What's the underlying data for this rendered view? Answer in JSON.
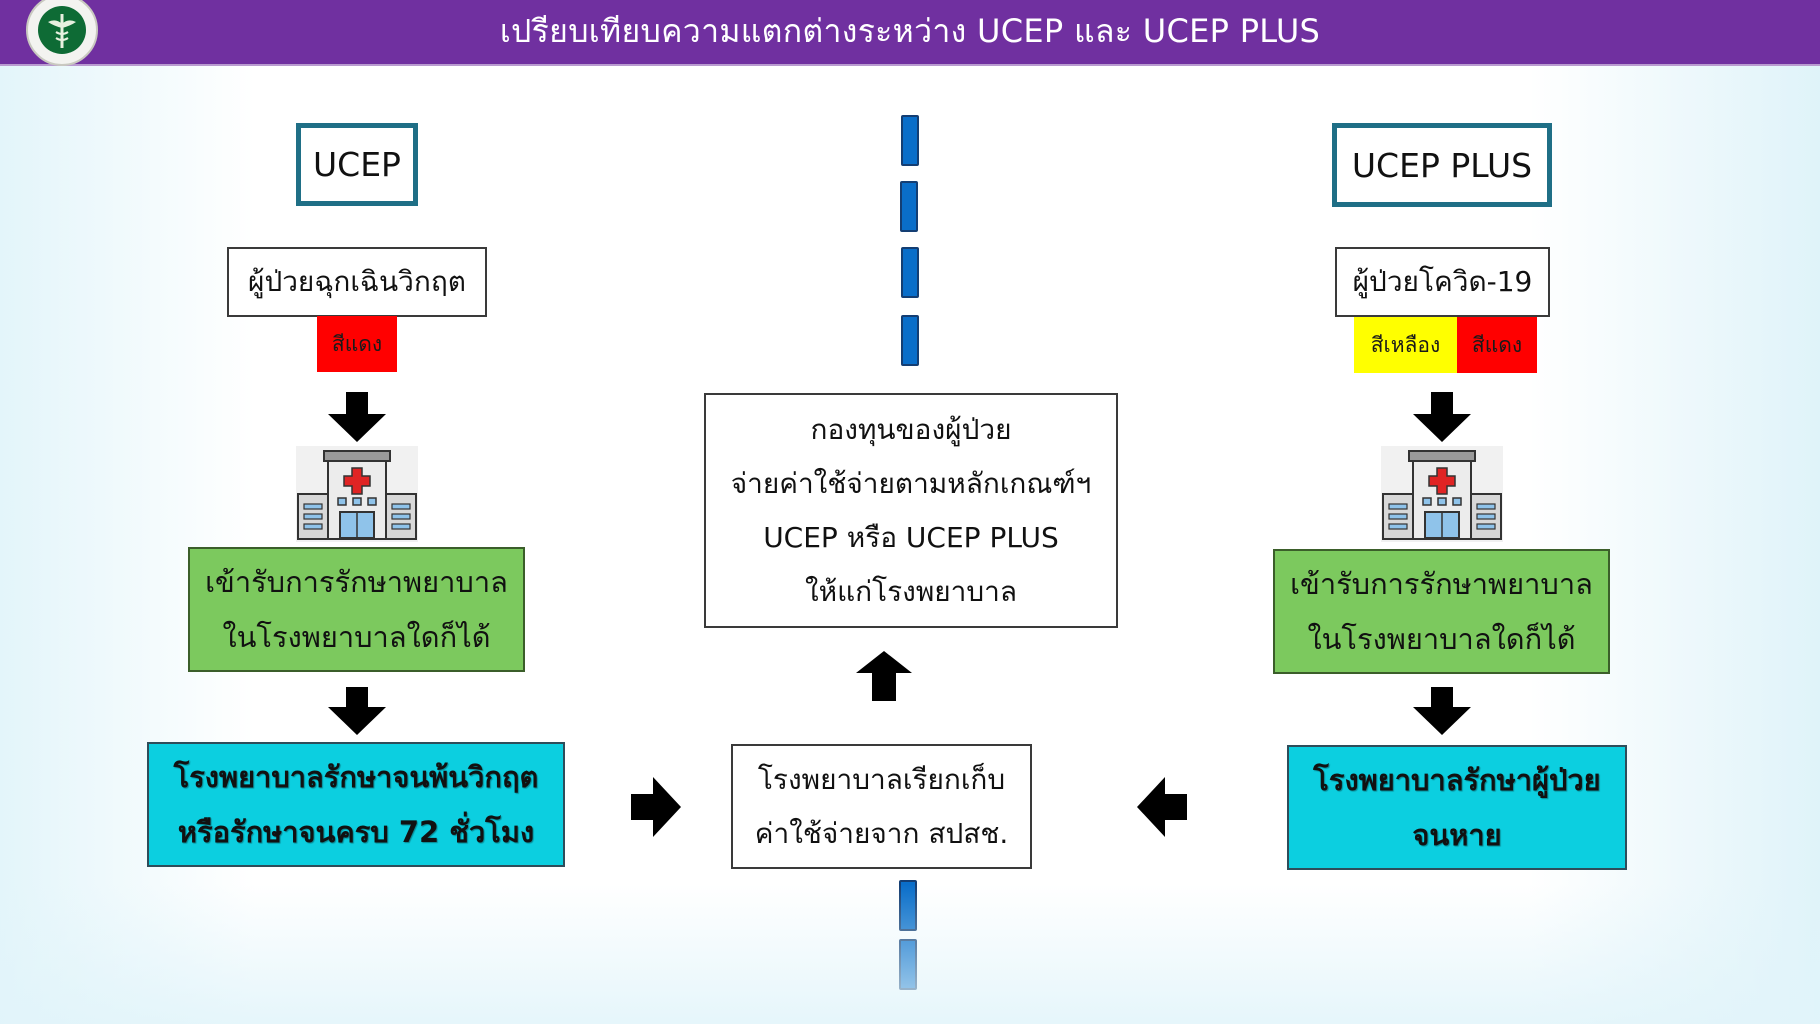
{
  "header": {
    "title": "เปรียบเทียบความแตกต่างระหว่าง UCEP และ UCEP PLUS",
    "logo": "ministry-of-public-health-logo"
  },
  "left": {
    "title": "UCEP",
    "patient": "ผู้ป่วยฉุกเฉินวิกฤต",
    "badges": [
      {
        "label": "สีแดง",
        "color": "#ff0000"
      }
    ],
    "treatment": [
      "เข้ารับการรักษาพยาบาล",
      "ในโรงพยาบาลใดก็ได้"
    ],
    "outcome": [
      "โรงพยาบาลรักษาจนพ้นวิกฤต",
      "หรือรักษาจนครบ 72 ชั่วโมง"
    ]
  },
  "right": {
    "title": "UCEP PLUS",
    "patient": "ผู้ป่วยโควิด-19",
    "badges": [
      {
        "label": "สีเหลือง",
        "color": "#ffff00"
      },
      {
        "label": "สีแดง",
        "color": "#ff0000"
      }
    ],
    "treatment": [
      "เข้ารับการรักษาพยาบาล",
      "ในโรงพยาบาลใดก็ได้"
    ],
    "outcome": [
      "โรงพยาบาลรักษาผู้ป่วย",
      "จนหาย"
    ]
  },
  "center": {
    "fund": [
      "กองทุนของผู้ป่วย",
      "จ่ายค่าใช้จ่ายตามหลักเกณฑ์ฯ",
      "UCEP หรือ UCEP PLUS",
      "ให้แก่โรงพยาบาล"
    ],
    "billing": [
      "โรงพยาบาลเรียกเก็บ",
      "ค่าใช้จ่ายจาก สปสช."
    ]
  },
  "colors": {
    "header": "#7030a0",
    "title_border": "#1f6f86",
    "green": "#7cc95e",
    "cyan": "#0ccfe0",
    "divider": "#0a6ec9"
  },
  "icons": {
    "arrow": "arrow-icon",
    "hospital": "hospital-icon"
  }
}
